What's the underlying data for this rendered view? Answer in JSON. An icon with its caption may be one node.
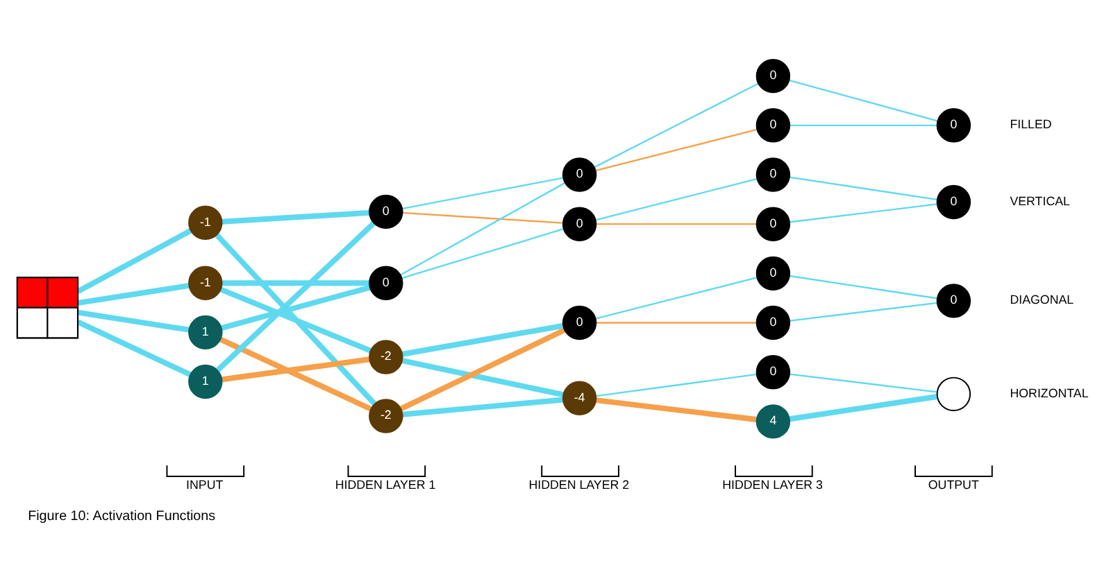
{
  "diagram": {
    "caption": "Figure 10: Activation Functions",
    "nodes": [
      {
        "text": [],
        "shape": "box"
      },
      {
        "text": [
          "-1"
        ]
      },
      {
        "text": [
          "-1"
        ]
      },
      {
        "text": [
          "1"
        ]
      },
      {
        "text": [
          "1"
        ]
      },
      {
        "text": [
          "0"
        ]
      },
      {
        "text": [
          "0"
        ]
      },
      {
        "text": [
          "-2"
        ]
      },
      {
        "text": [
          "-2"
        ]
      },
      {
        "text": [
          "0"
        ]
      },
      {
        "text": [
          "0"
        ]
      },
      {
        "text": [
          "0"
        ]
      },
      {
        "text": [
          "-4"
        ]
      },
      {
        "text": [
          "0"
        ]
      },
      {
        "text": [
          "0"
        ]
      },
      {
        "text": [
          "0"
        ]
      },
      {
        "text": [
          "0"
        ]
      },
      {
        "text": [
          "0"
        ]
      },
      {
        "text": [
          "0"
        ]
      },
      {
        "text": [
          "0"
        ]
      },
      {
        "text": [
          "4"
        ]
      },
      {
        "text": [
          "0"
        ],
        "beside": [
          "FILLED"
        ]
      },
      {
        "text": [
          "0"
        ],
        "beside": [
          "VERTICAL"
        ]
      },
      {
        "text": [
          "0"
        ],
        "beside": [
          "DIAGONAL"
        ]
      },
      {
        "text": [],
        "shape": "circle",
        "beside": [
          "HORIZONTAL"
        ]
      }
    ],
    "edges": [
      {
        "from": 0,
        "to": 1,
        "arrow": "none",
        "style": "thick"
      },
      {
        "from": 0,
        "to": 2,
        "arrow": "none",
        "style": "thick"
      },
      {
        "from": 0,
        "to": 3,
        "arrow": "none",
        "style": "thick"
      },
      {
        "from": 0,
        "to": 4,
        "arrow": "none",
        "style": "thick"
      },
      {
        "from": 1,
        "to": 5,
        "arrow": "none",
        "style": "thick"
      },
      {
        "from": 1,
        "to": 8,
        "arrow": "none",
        "style": "thick"
      },
      {
        "from": 2,
        "to": 6,
        "arrow": "none",
        "style": "thick"
      },
      {
        "from": 2,
        "to": 7,
        "arrow": "none",
        "style": "thick"
      },
      {
        "from": 3,
        "to": 6,
        "arrow": "none",
        "style": "thick"
      },
      {
        "from": 3,
        "to": 8,
        "arrow": "none",
        "style": "thick",
        "color": "#f5a04a"
      },
      {
        "from": 4,
        "to": 5,
        "arrow": "none",
        "style": "thick"
      },
      {
        "from": 4,
        "to": 7,
        "arrow": "none",
        "style": "thick",
        "color": "#f5a04a"
      },
      {
        "from": 5,
        "to": 9,
        "arrow": "none"
      },
      {
        "from": 5,
        "to": 10,
        "arrow": "none",
        "color": "#f5a04a"
      },
      {
        "from": 6,
        "to": 9,
        "arrow": "none"
      },
      {
        "from": 6,
        "to": 10,
        "arrow": "none"
      },
      {
        "from": 7,
        "to": 11,
        "arrow": "none",
        "style": "thick"
      },
      {
        "from": 7,
        "to": 12,
        "arrow": "none",
        "style": "thick"
      },
      {
        "from": 8,
        "to": 11,
        "arrow": "none",
        "style": "thick",
        "color": "#f5a04a"
      },
      {
        "from": 8,
        "to": 12,
        "arrow": "none",
        "style": "thick"
      },
      {
        "from": 9,
        "to": 13,
        "arrow": "none"
      },
      {
        "from": 9,
        "to": 14,
        "arrow": "none",
        "color": "#f5a04a"
      },
      {
        "from": 10,
        "to": 15,
        "arrow": "none"
      },
      {
        "from": 10,
        "to": 16,
        "arrow": "none",
        "color": "#f5a04a"
      },
      {
        "from": 11,
        "to": 17,
        "arrow": "none"
      },
      {
        "from": 11,
        "to": 18,
        "arrow": "none",
        "color": "#f5a04a"
      },
      {
        "from": 12,
        "to": 19,
        "arrow": "none"
      },
      {
        "from": 12,
        "to": 20,
        "arrow": "none",
        "style": "thick",
        "color": "#f5a04a"
      },
      {
        "from": 13,
        "to": 21,
        "arrow": "none"
      },
      {
        "from": 14,
        "to": 21,
        "arrow": "none"
      },
      {
        "from": 15,
        "to": 22,
        "arrow": "none"
      },
      {
        "from": 16,
        "to": 22,
        "arrow": "none"
      },
      {
        "from": 17,
        "to": 23,
        "arrow": "none"
      },
      {
        "from": 18,
        "to": 23,
        "arrow": "none"
      },
      {
        "from": 19,
        "to": 24,
        "arrow": "none"
      },
      {
        "from": 20,
        "to": 24,
        "arrow": "none",
        "style": "thick"
      }
    ],
    "labels": [
      "INPUT",
      "HIDDEN LAYER 1",
      "HIDDEN LAYER 2",
      "HIDDEN LAYER 3",
      "OUTPUT"
    ]
  }
}
